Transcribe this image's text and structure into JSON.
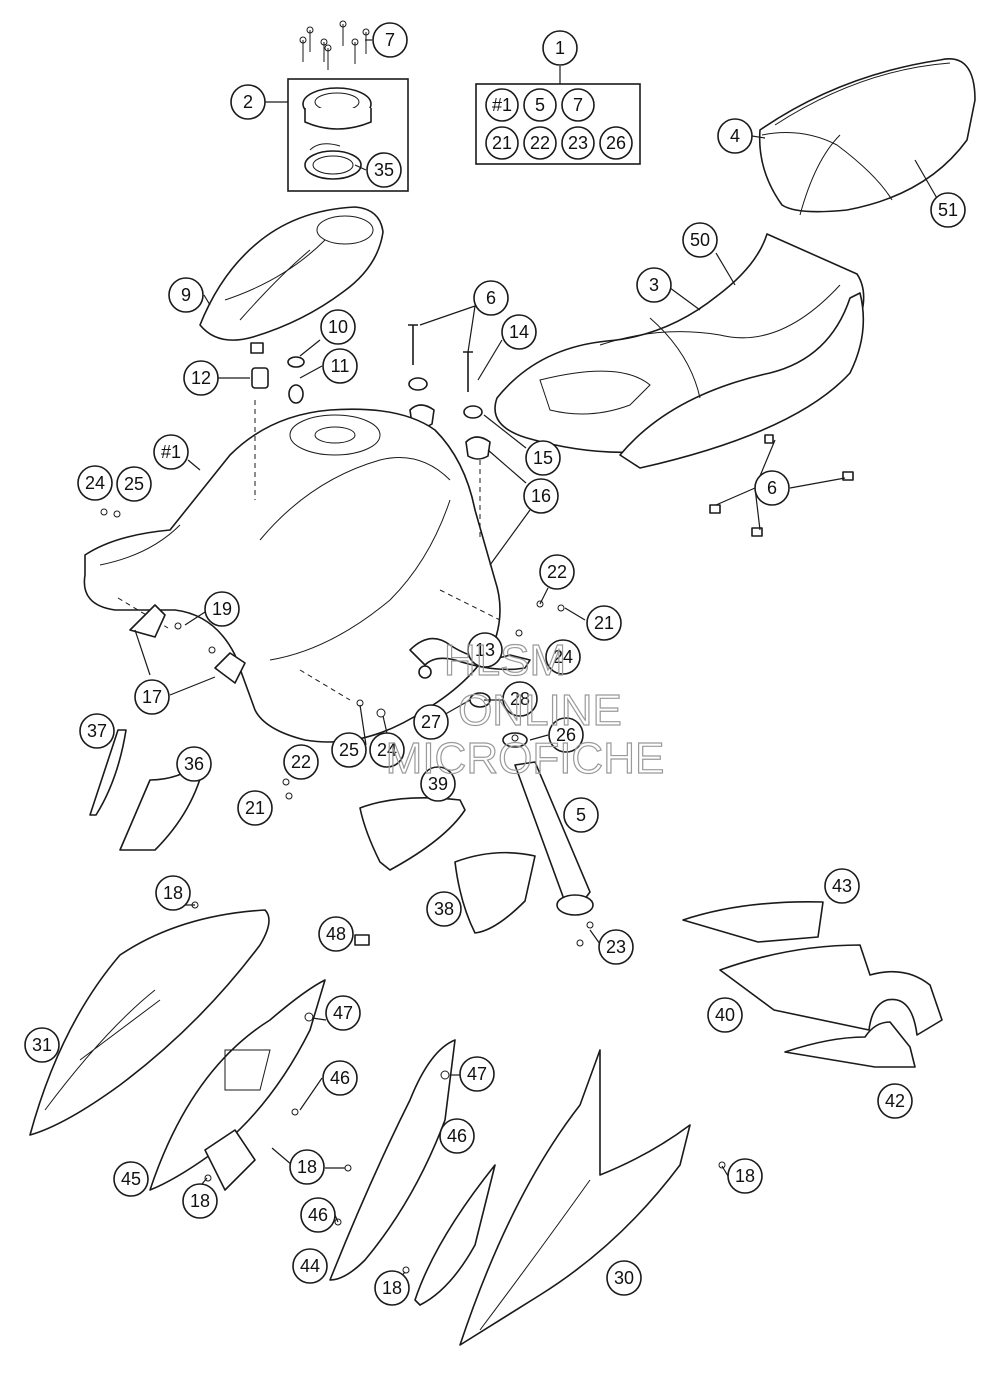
{
  "watermark": {
    "line1": "HLSM",
    "line2": "ONLINE",
    "line3": "MICROFICHE"
  },
  "kit_box": {
    "labels": [
      "#1",
      "5",
      "7",
      "21",
      "22",
      "23",
      "26"
    ]
  },
  "callouts": [
    {
      "id": "c1",
      "label": "1"
    },
    {
      "id": "c2",
      "label": "2"
    },
    {
      "id": "c7a",
      "label": "7"
    },
    {
      "id": "c35",
      "label": "35"
    },
    {
      "id": "c4",
      "label": "4"
    },
    {
      "id": "c51",
      "label": "51"
    },
    {
      "id": "c50",
      "label": "50"
    },
    {
      "id": "c3",
      "label": "3"
    },
    {
      "id": "c9",
      "label": "9"
    },
    {
      "id": "c10",
      "label": "10"
    },
    {
      "id": "c11",
      "label": "11"
    },
    {
      "id": "c12",
      "label": "12"
    },
    {
      "id": "c6a",
      "label": "6"
    },
    {
      "id": "c14",
      "label": "14"
    },
    {
      "id": "c15",
      "label": "15"
    },
    {
      "id": "c16",
      "label": "16"
    },
    {
      "id": "c6b",
      "label": "6"
    },
    {
      "id": "c1b",
      "label": "#1"
    },
    {
      "id": "c24a",
      "label": "24"
    },
    {
      "id": "c25a",
      "label": "25"
    },
    {
      "id": "c22a",
      "label": "22"
    },
    {
      "id": "c21a",
      "label": "21"
    },
    {
      "id": "c13",
      "label": "13"
    },
    {
      "id": "c24b",
      "label": "24"
    },
    {
      "id": "c19",
      "label": "19"
    },
    {
      "id": "c17",
      "label": "17"
    },
    {
      "id": "c28",
      "label": "28"
    },
    {
      "id": "c27",
      "label": "27"
    },
    {
      "id": "c26",
      "label": "26"
    },
    {
      "id": "c25b",
      "label": "25"
    },
    {
      "id": "c24c",
      "label": "24"
    },
    {
      "id": "c37",
      "label": "37"
    },
    {
      "id": "c36",
      "label": "36"
    },
    {
      "id": "c22b",
      "label": "22"
    },
    {
      "id": "c21b",
      "label": "21"
    },
    {
      "id": "c39",
      "label": "39"
    },
    {
      "id": "c5",
      "label": "5"
    },
    {
      "id": "c18a",
      "label": "18"
    },
    {
      "id": "c48",
      "label": "48"
    },
    {
      "id": "c38",
      "label": "38"
    },
    {
      "id": "c23",
      "label": "23"
    },
    {
      "id": "c43",
      "label": "43"
    },
    {
      "id": "c40",
      "label": "40"
    },
    {
      "id": "c42",
      "label": "42"
    },
    {
      "id": "c31",
      "label": "31"
    },
    {
      "id": "c47a",
      "label": "47"
    },
    {
      "id": "c46a",
      "label": "46"
    },
    {
      "id": "c47b",
      "label": "47"
    },
    {
      "id": "c46b",
      "label": "46"
    },
    {
      "id": "c18b",
      "label": "18"
    },
    {
      "id": "c18c",
      "label": "18"
    },
    {
      "id": "c45",
      "label": "45"
    },
    {
      "id": "c18d",
      "label": "18"
    },
    {
      "id": "c46c",
      "label": "46"
    },
    {
      "id": "c44",
      "label": "44"
    },
    {
      "id": "c18e",
      "label": "18"
    },
    {
      "id": "c30",
      "label": "30"
    }
  ]
}
